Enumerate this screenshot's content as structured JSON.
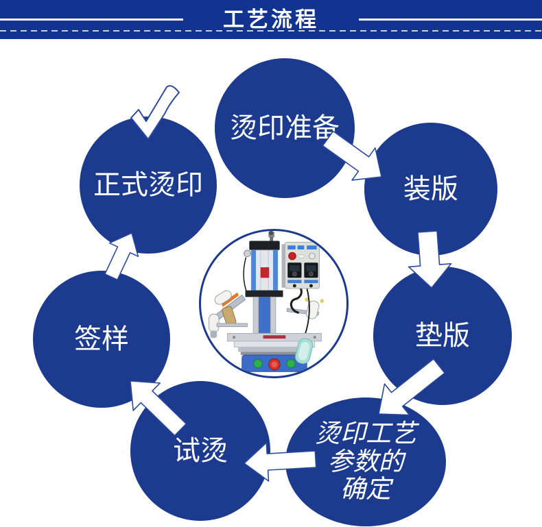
{
  "header": {
    "title": "工艺流程"
  },
  "diagram": {
    "description": "circular clockwise process flow around machine photo",
    "steps": [
      {
        "id": "prepare",
        "label": "烫印准备"
      },
      {
        "id": "mount-plate",
        "label": "装版"
      },
      {
        "id": "pad-plate",
        "label": "垫版"
      },
      {
        "id": "parameters",
        "lines": [
          "烫印工艺",
          "参数的",
          "确定"
        ]
      },
      {
        "id": "trial-stamp",
        "label": "试烫"
      },
      {
        "id": "sign-sample",
        "label": "签样"
      },
      {
        "id": "official-stamp",
        "label": "正式烫印"
      }
    ],
    "center_image": "pneumatic-hot-stamping-machine-photo",
    "icons": {
      "flow_arrow": "white-block-arrow",
      "completion_check": "white-checkmark"
    },
    "colors": {
      "banner_blue": "#12338f",
      "circle_blue": "#1c3a8e",
      "arrow_fill": "#ffffff",
      "arrow_outline": "#2a4a9e",
      "text_white": "#ffffff",
      "machine_base_blue": "#3a6cc8",
      "machine_button_red": "#d93025",
      "machine_button_green": "#2fae4e",
      "machine_pedal_teal": "#a6ded6"
    }
  }
}
